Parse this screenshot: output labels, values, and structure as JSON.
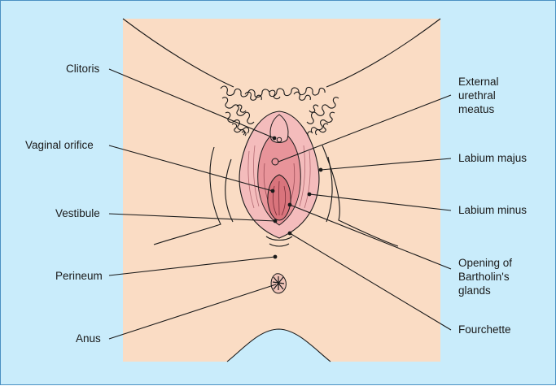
{
  "colors": {
    "background": "#c9ecfb",
    "skin": "#fadcc4",
    "labia": "#f2b3b3",
    "inner": "#e58d93",
    "outline": "#1a1a1a"
  },
  "labels": {
    "clitoris": "Clitoris",
    "vaginal_orifice": "Vaginal orifice",
    "vestibule": "Vestibule",
    "perineum": "Perineum",
    "anus": "Anus",
    "urethral_1": "External",
    "urethral_2": "urethral",
    "urethral_3": "meatus",
    "labium_majus": "Labium majus",
    "labium_minus": "Labium minus",
    "bartholin_1": "Opening of",
    "bartholin_2": "Bartholin's",
    "bartholin_3": "glands",
    "fourchette": "Fourchette"
  }
}
